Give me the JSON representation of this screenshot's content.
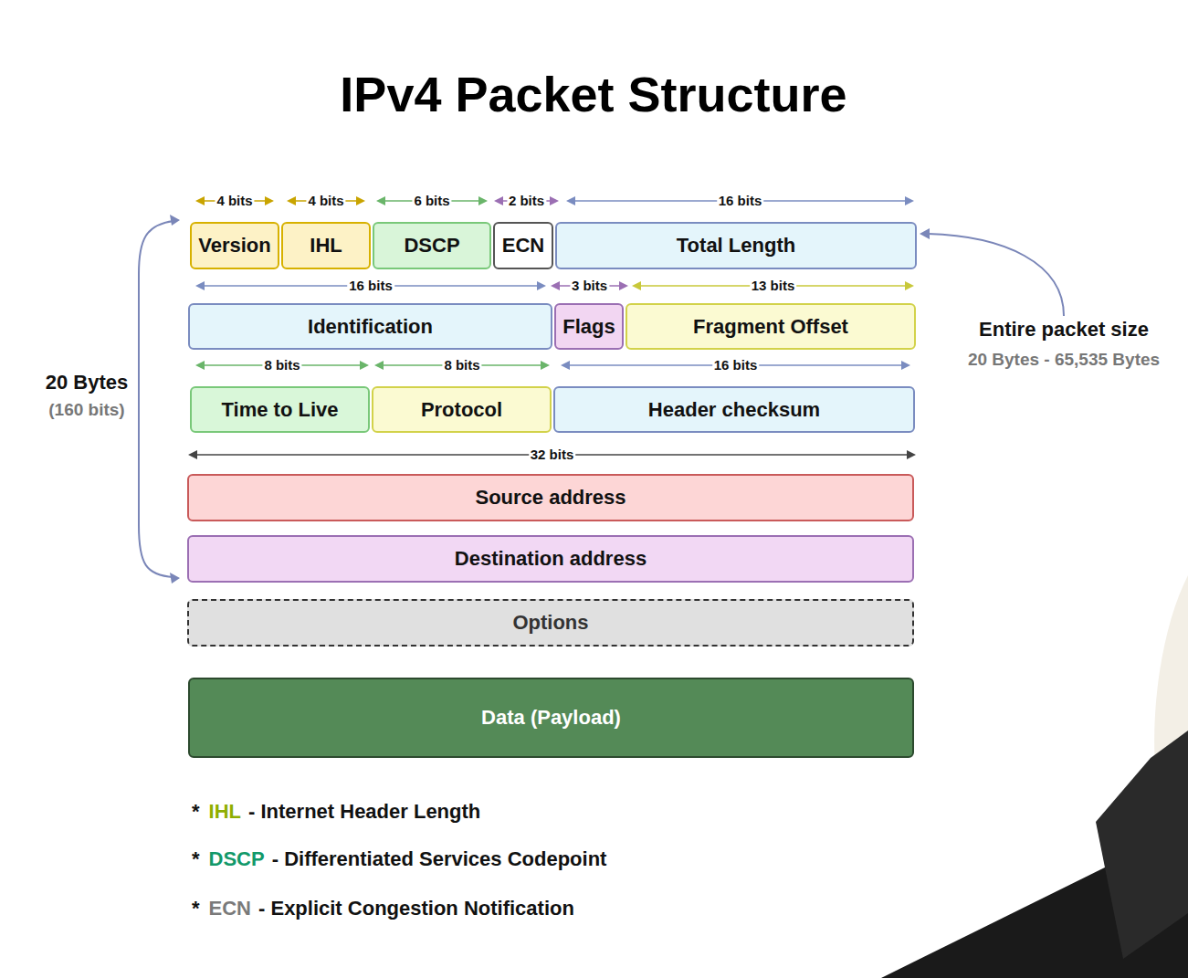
{
  "diagram": {
    "title": "IPv4 Packet Structure",
    "nodes": [
      {
        "text": [
          "Version"
        ]
      },
      {
        "text": [
          "IHL"
        ]
      },
      {
        "text": [
          "DSCP"
        ]
      },
      {
        "text": [
          "ECN"
        ]
      },
      {
        "text": [
          "Total Length"
        ]
      },
      {
        "text": [
          "Identification"
        ]
      },
      {
        "text": [
          "Flags"
        ]
      },
      {
        "text": [
          "Fragment Offset"
        ]
      },
      {
        "text": [
          "Time to Live"
        ]
      },
      {
        "text": [
          "Protocol"
        ]
      },
      {
        "text": [
          "Header checksum"
        ]
      },
      {
        "text": [
          "Source address"
        ]
      },
      {
        "text": [
          "Destination address"
        ]
      },
      {
        "text": [
          "Options"
        ]
      },
      {
        "text": [
          "Data (Payload)"
        ]
      }
    ],
    "labels": [
      "4 bits",
      "4 bits",
      "6 bits",
      "2 bits",
      "16 bits",
      "16 bits",
      "3 bits",
      "13 bits",
      "8 bits",
      "8 bits",
      "16 bits",
      "32 bits",
      "20 Bytes",
      "(160 bits)",
      "Entire packet size",
      "20 Bytes - 65,535 Bytes",
      "*",
      "IHL",
      "- Internet Header Length",
      "*",
      "DSCP",
      "- Differentiated Services Codepoint",
      "*",
      "ECN",
      "- Explicit Congestion Notification"
    ]
  }
}
